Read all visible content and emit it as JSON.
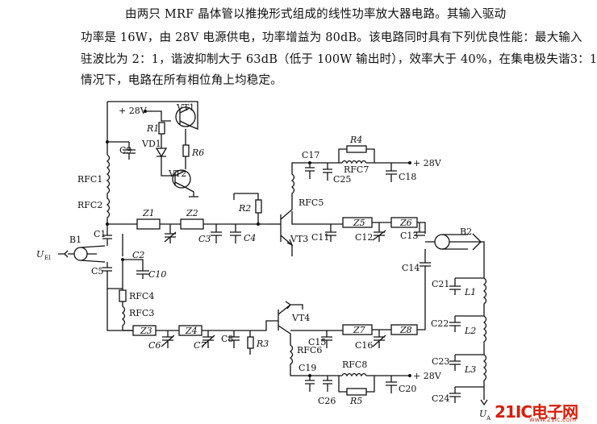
{
  "description": {
    "line1": "由两只 MRF 晶体管以推挽形式组成的线性功率放大器电路。其输入驱动",
    "line2": "功率是 16W，由 28V 电源供电，功率增益为 80dB。该电路同时具有下列优良性能：最大输入",
    "line3": "驻波比为 2：1，谐波抑制大于 63dB（低于 100W 输出时），效率大于 40%，在集电极失谐3：1",
    "line4": "情况下，电路在所有相位角上均稳定。"
  },
  "labels": {
    "v28_top": "+ 28V",
    "VT1": "VT1",
    "R1": "R1",
    "VD1": "VD1",
    "R6": "R6",
    "C9": "C9",
    "VT2": "VT2",
    "RFC1": "RFC1",
    "RFC2": "RFC2",
    "C1": "C1",
    "B1": "B1",
    "UEI": "U",
    "UEI_sub": "EI",
    "C5": "C5",
    "C2": "C2",
    "C10": "C10",
    "RFC4": "RFC4",
    "RFC3": "RFC3",
    "Z1": "Z1",
    "Z2": "Z2",
    "C3": "C3",
    "C4": "C4",
    "R2": "R2",
    "Z3": "Z3",
    "Z4": "Z4",
    "C6": "C6",
    "C7": "C7",
    "C8": "C8",
    "R3": "R3",
    "VT3": "VT3",
    "VT4": "VT4",
    "RFC5": "RFC5",
    "RFC6": "RFC6",
    "R4": "R4",
    "C17": "C17",
    "C25": "C25",
    "RFC7": "RFC7",
    "C18": "C18",
    "v28_mid": "+ 28V",
    "Z5": "Z5",
    "Z6": "Z6",
    "C11": "C11",
    "C12": "C12",
    "C13": "C13",
    "B2": "B2",
    "C14": "C14",
    "C21": "C21",
    "L1": "L1",
    "C22": "C22",
    "L2": "L2",
    "C23": "C23",
    "L3": "L3",
    "C24": "C24",
    "UA": "U",
    "UA_sub": "A",
    "Z7": "Z7",
    "Z8": "Z8",
    "C15": "C15",
    "C16": "C16",
    "C19": "C19",
    "RFC8": "RFC8",
    "C26": "C26",
    "R5": "R5",
    "C20": "C20",
    "v28_bot": "+ 28V"
  },
  "watermark": {
    "main": "21IC电子网",
    "sub": "www.21ic.com"
  }
}
